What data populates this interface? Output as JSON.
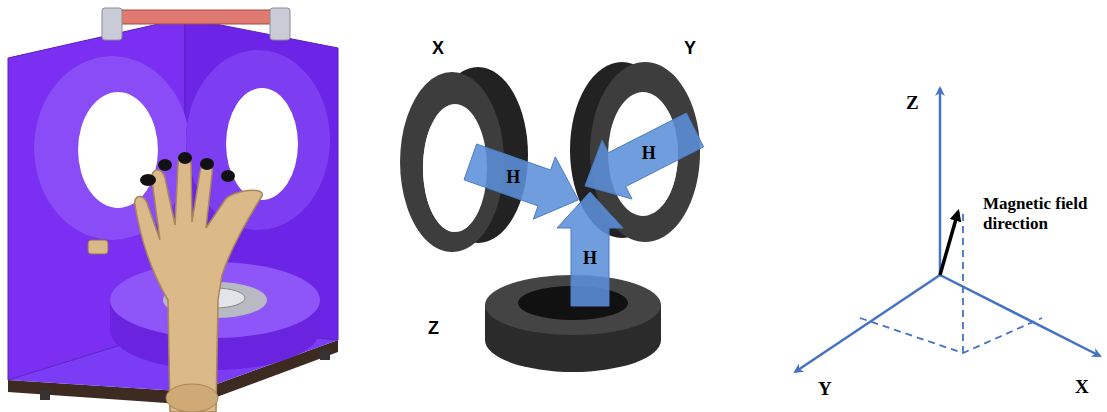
{
  "diagram": {
    "nodes": [
      {
        "text": [
          "H"
        ]
      },
      {
        "text": [
          "H"
        ]
      },
      {
        "text": [
          "H"
        ]
      }
    ],
    "labels": [
      "X",
      "Y",
      "Z",
      "Z",
      "Magnetic field direction",
      "Y",
      "X"
    ]
  }
}
